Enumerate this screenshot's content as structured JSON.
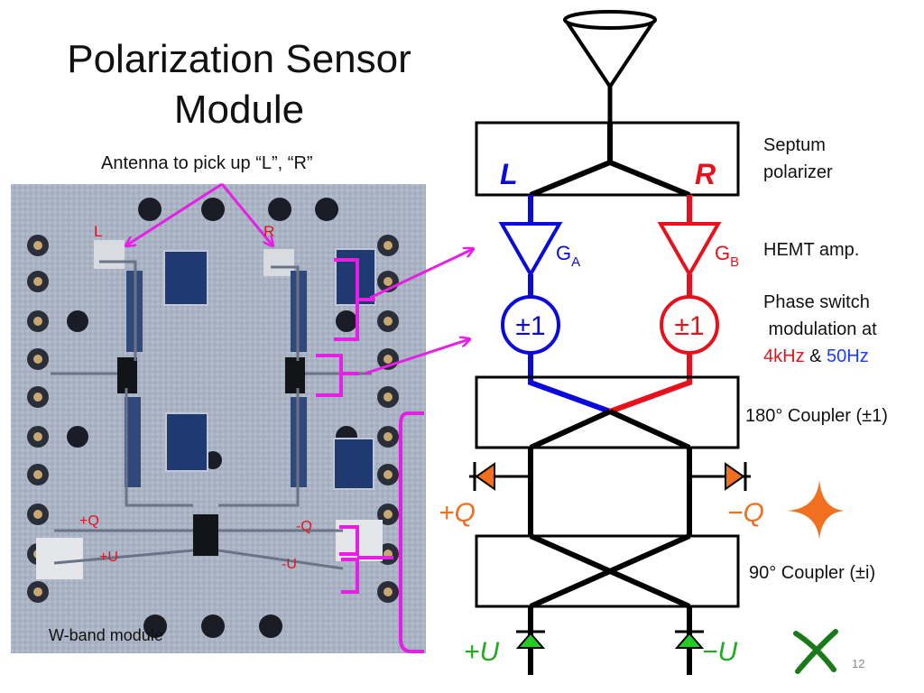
{
  "slide": {
    "title_line1": "Polarization Sensor",
    "title_line2": "Module",
    "antenna_caption": "Antenna to pick up “L”, “R”",
    "page_number": "12"
  },
  "photo": {
    "label_L": "L",
    "label_R": "R",
    "label_plus_Q": "+Q",
    "label_minus_Q": "-Q",
    "label_plus_U": "+U",
    "label_minus_U": "-U",
    "module_caption": "W-band module"
  },
  "diagram": {
    "left_branch": "L",
    "right_branch": "R",
    "gain_a": "G",
    "gain_a_sub": "A",
    "gain_b": "G",
    "gain_b_sub": "B",
    "phase_switch_left": "±1",
    "phase_switch_right": "±1",
    "plus_q": "+Q",
    "minus_q": "−Q",
    "plus_u": "+U",
    "minus_u": "−U"
  },
  "annotations": {
    "septum_line1": "Septum",
    "septum_line2": "polarizer",
    "hemt": "HEMT amp.",
    "phase_line1": "Phase switch",
    "phase_line2": " modulation at",
    "freq1": "4kHz",
    "freq_and": " & ",
    "freq2": "50Hz",
    "coupler180": "180° Coupler (±1)",
    "coupler90": "90° Coupler (±i)"
  },
  "colors": {
    "left_chain": "#0a0adc",
    "right_chain": "#e8111b",
    "q_diode": "#f07020",
    "u_diode": "#22cc22",
    "magenta": "#e61ee6",
    "cross_green": "#1a7a1a",
    "freq1_color": "#e8111b",
    "freq2_color": "#1e3cff"
  },
  "icons": [
    "horn-antenna-icon",
    "amplifier-triangle-icon",
    "diode-icon",
    "plus-cross-icon",
    "x-cross-icon"
  ]
}
